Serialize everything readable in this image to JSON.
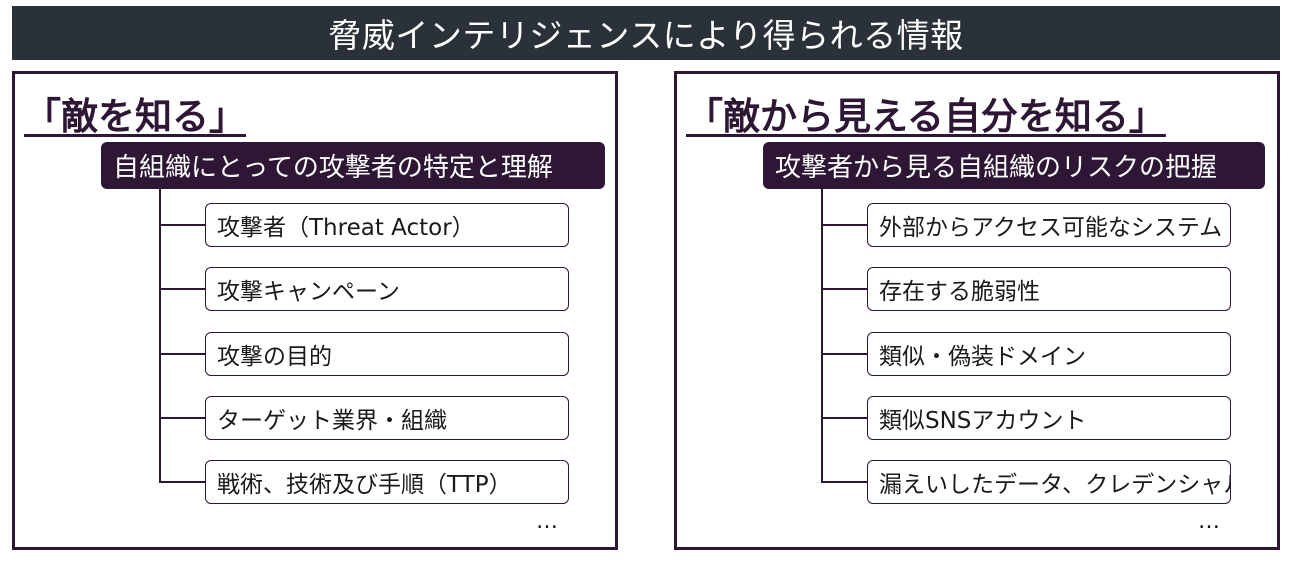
{
  "title": "脅威インテリジェンスにより得られる情報",
  "left": {
    "heading": "「敵を知る」",
    "subheading": "自組織にとっての攻撃者の特定と理解",
    "items": [
      "攻撃者（Threat Actor）",
      "攻撃キャンペーン",
      "攻撃の目的",
      "ターゲット業界・組織",
      "戦術、技術及び手順（TTP）"
    ],
    "more": "…"
  },
  "right": {
    "heading": "「敵から見える自分を知る」",
    "subheading": "攻撃者から見る自組織のリスクの把握",
    "items": [
      "外部からアクセス可能なシステム",
      "存在する脆弱性",
      "類似・偽装ドメイン",
      "類似SNSアカウント",
      "漏えいしたデータ、クレデンシャル"
    ],
    "more": "…"
  }
}
